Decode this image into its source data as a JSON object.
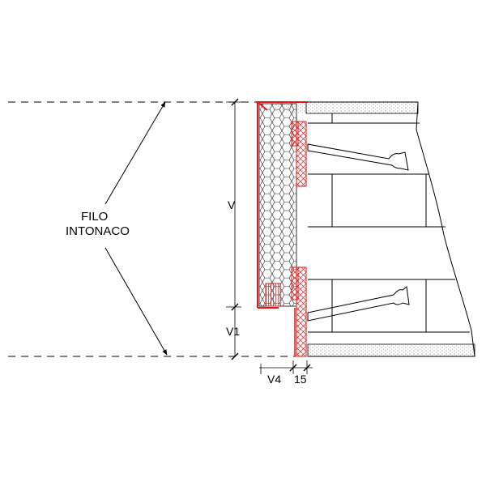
{
  "labels": {
    "plaster_line_1": "FILO",
    "plaster_line_2": "INTONACO",
    "dim_v": "V",
    "dim_v1": "V1",
    "dim_v4": "V4",
    "dim_15": "15"
  },
  "colors": {
    "line": "#000000",
    "accent_red": "#e0191b",
    "insulation_pink": "#f2a0a0"
  }
}
